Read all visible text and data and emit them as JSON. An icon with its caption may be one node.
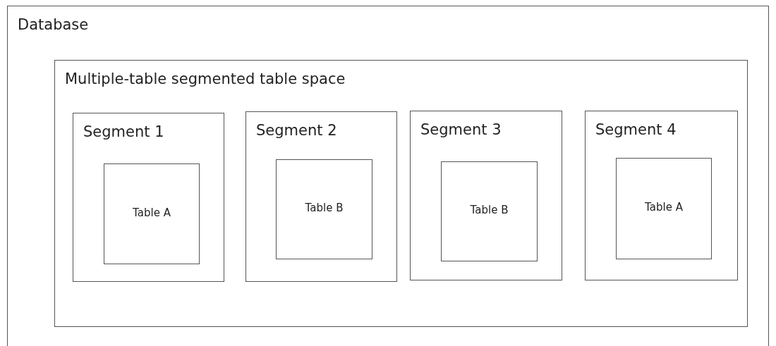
{
  "diagram": {
    "nodes": [
      {
        "text": [
          "Database"
        ]
      },
      {
        "text": [
          "Multiple-table segmented table space"
        ],
        "in": 0
      },
      {
        "text": [
          "Segment 1"
        ],
        "in": 1
      },
      {
        "text": [
          "Table A"
        ],
        "in": 2
      },
      {
        "text": [
          "Segment 2"
        ],
        "in": 1
      },
      {
        "text": [
          "Table B"
        ],
        "in": 4
      },
      {
        "text": [
          "Segment 3"
        ],
        "in": 1
      },
      {
        "text": [
          "Table B"
        ],
        "in": 6
      },
      {
        "text": [
          "Segment 4"
        ],
        "in": 1
      },
      {
        "text": [
          "Table A"
        ],
        "in": 8
      }
    ]
  }
}
